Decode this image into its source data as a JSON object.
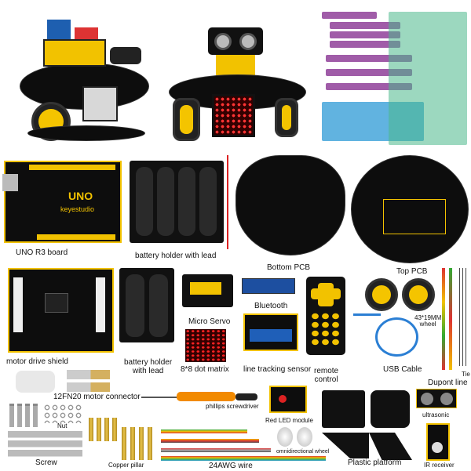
{
  "labels": {
    "uno": "UNO R3 board",
    "battery4": "battery holder with lead",
    "bottom_pcb": "Bottom PCB",
    "top_pcb": "Top PCB",
    "motor_shield": "motor drive shield",
    "battery2_line1": "battery holder",
    "battery2_line2": "with lead",
    "servo": "Micro Servo",
    "bluetooth": "Bluetooth",
    "dot_matrix": "8*8 dot matrix",
    "line_tracking": "line tracking sensor",
    "remote_line1": "remote",
    "remote_line2": "control",
    "wheel_line1": "43*19MM",
    "wheel_line2": "wheel",
    "usb": "USB Cable",
    "dupont": "Dupont line",
    "tie": "Tie",
    "motor_connector": "12FN20 motor connector",
    "screwdriver": "phillips screwdriver",
    "red_led": "Red LED module",
    "ultrasonic": "ultrasonic",
    "nut": "Nut",
    "screw": "Screw",
    "copper_pillar": "Copper pillar",
    "wire": "24AWG wire",
    "omni_wheel": "omnidirectional wheel",
    "plastic_platform": "Plastic platform",
    "ir_receiver": "IR receiver"
  },
  "logo": "keyestudio",
  "board_text": "UNO",
  "colors": {
    "pcb": "#0d0d0d",
    "accent": "#f2c200",
    "code_purple": "#a05ca8",
    "code_blue": "#3aa0d8",
    "code_green": "#4ab88a",
    "usb": "#2b7fd4"
  }
}
